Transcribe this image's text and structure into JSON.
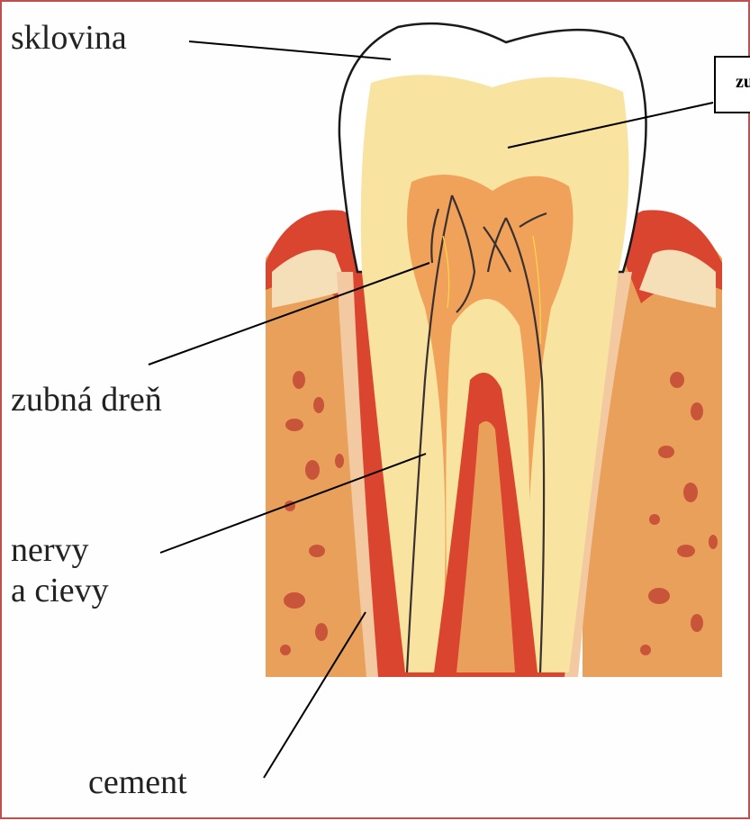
{
  "labels": {
    "sklovina": "sklovina",
    "zubna_dren": "zubná dreň",
    "nervy_a_cievy": "nervy\na cievy",
    "cement": "cement",
    "callout": "zu"
  },
  "colors": {
    "border": "#c0504d",
    "enamel_outline": "#1a1a1a",
    "dentin": "#f8e3a0",
    "pulp": "#f0a25a",
    "bone": "#e9a05b",
    "gum": "#d9452f",
    "vessel": "#3a3030"
  }
}
